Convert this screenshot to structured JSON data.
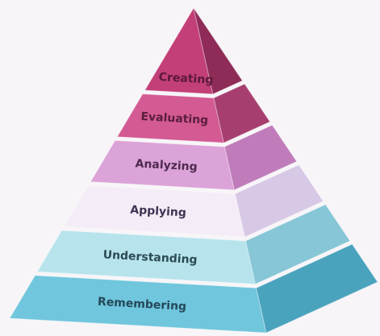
{
  "diagram": {
    "type": "pyramid",
    "levels": [
      {
        "label": "Creating",
        "front": "#c23f77",
        "side": "#8e2b57",
        "text": "#5a1a37"
      },
      {
        "label": "Evaluating",
        "front": "#d35a93",
        "side": "#a63f70",
        "text": "#5b1d3d"
      },
      {
        "label": "Analyzing",
        "front": "#dba3d7",
        "side": "#c07cba",
        "text": "#4e2a4e"
      },
      {
        "label": "Applying",
        "front": "#f4ecf6",
        "side": "#d7c8e6",
        "text": "#3d3552"
      },
      {
        "label": "Understanding",
        "front": "#b7e3ec",
        "side": "#86c6d6",
        "text": "#2b4a55"
      },
      {
        "label": "Remembering",
        "front": "#70c6dc",
        "side": "#4aa3bd",
        "text": "#23485a"
      }
    ]
  }
}
